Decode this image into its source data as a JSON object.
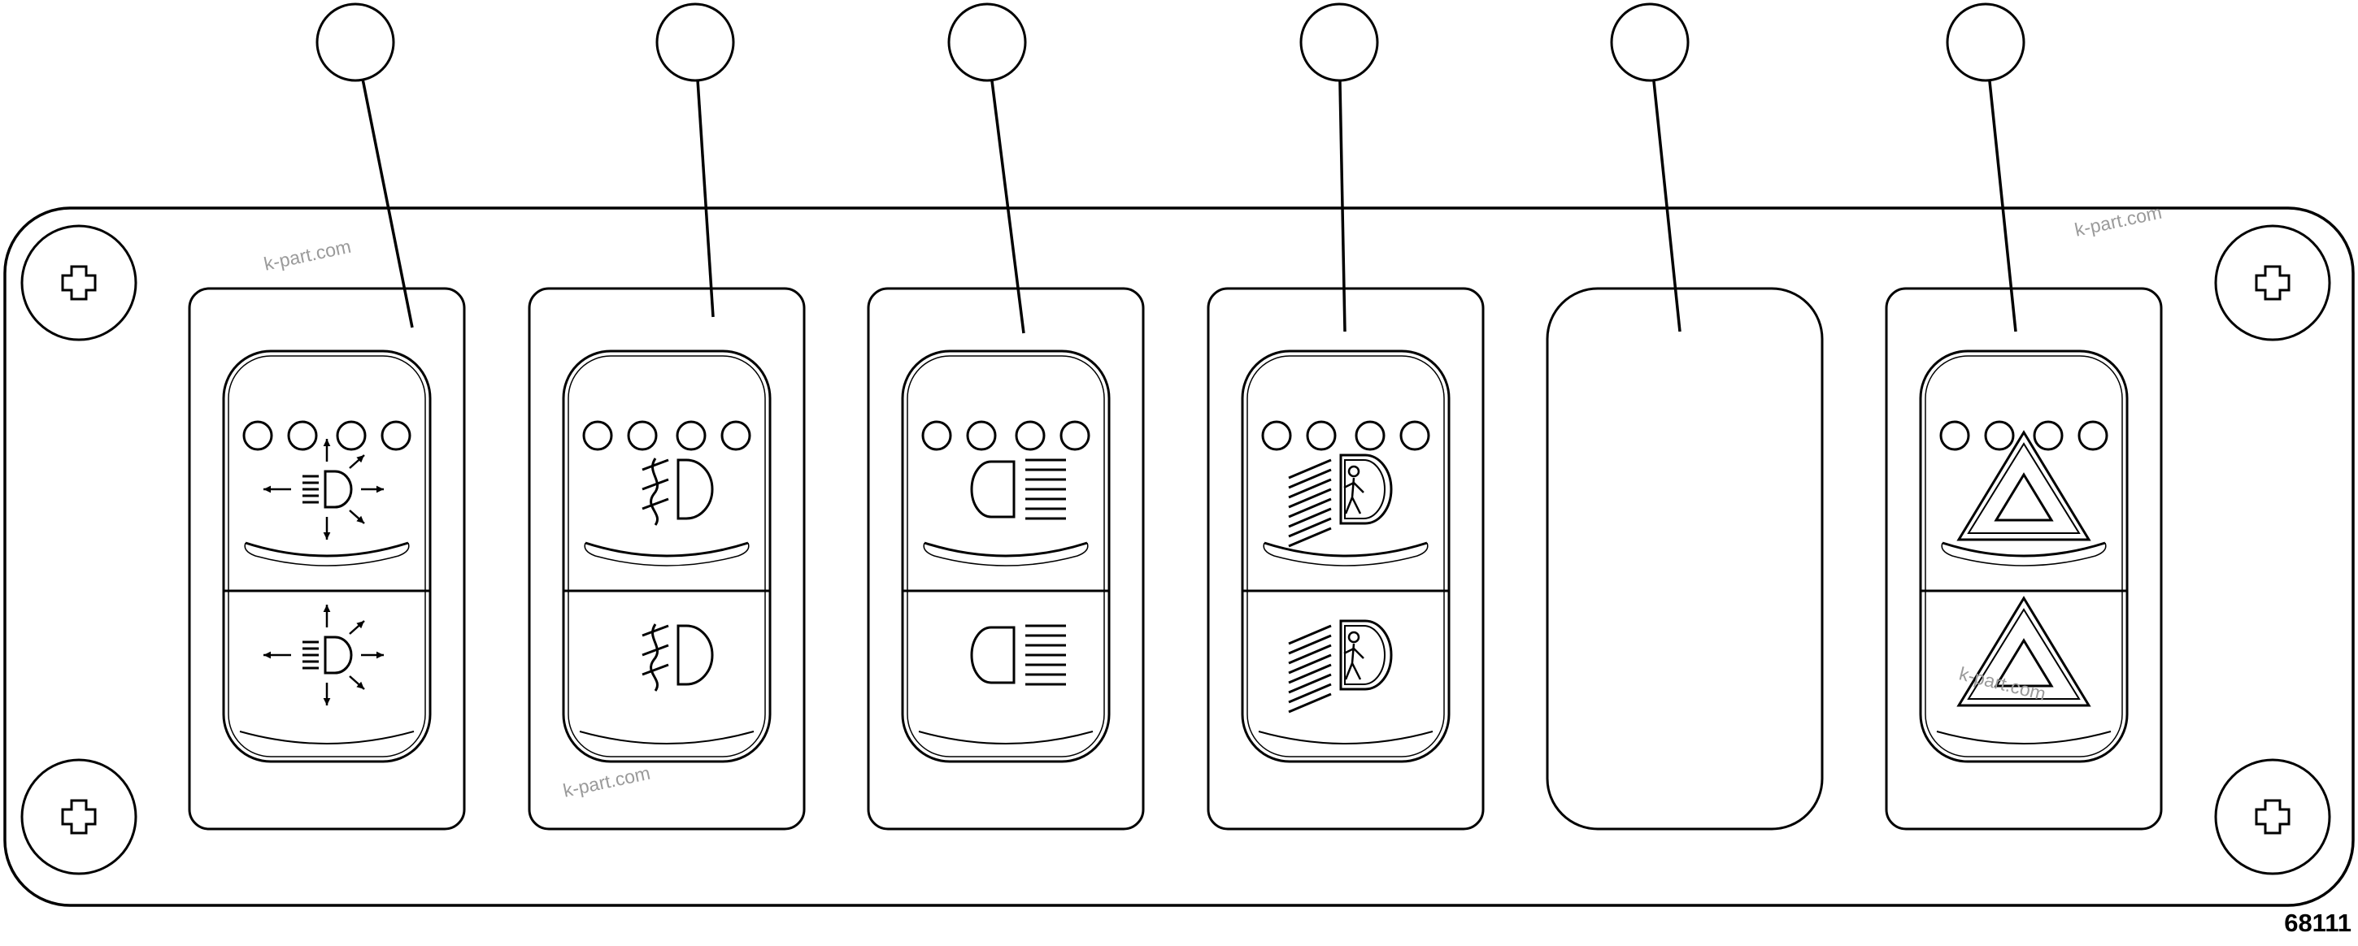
{
  "figure": {
    "number": "68111"
  },
  "watermark": {
    "text": "k-part.com"
  },
  "panel": {
    "screws": [
      "screw-top-left",
      "screw-bottom-left",
      "screw-top-right",
      "screw-bottom-right"
    ],
    "switches": [
      {
        "id": "work-lights",
        "icon": "work-light-icon",
        "has_rocker": true
      },
      {
        "id": "fog-lights",
        "icon": "fog-light-icon",
        "has_rocker": true
      },
      {
        "id": "high-beam",
        "icon": "high-beam-icon",
        "has_rocker": true
      },
      {
        "id": "pedestrian-light",
        "icon": "pedestrian-light-icon",
        "has_rocker": true
      },
      {
        "id": "blank",
        "icon": "",
        "has_rocker": false
      },
      {
        "id": "hazard",
        "icon": "hazard-warning-icon",
        "has_rocker": true
      }
    ],
    "callouts": 6
  }
}
